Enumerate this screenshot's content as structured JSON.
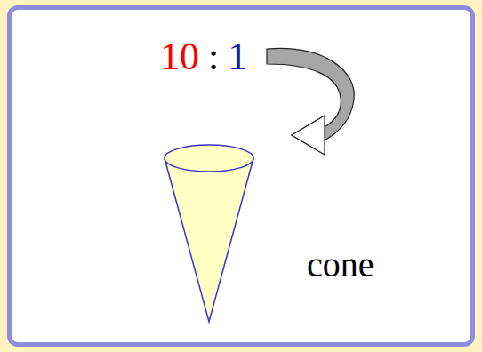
{
  "diagram": {
    "labels": [
      "10",
      ":",
      "1",
      "cone"
    ]
  }
}
